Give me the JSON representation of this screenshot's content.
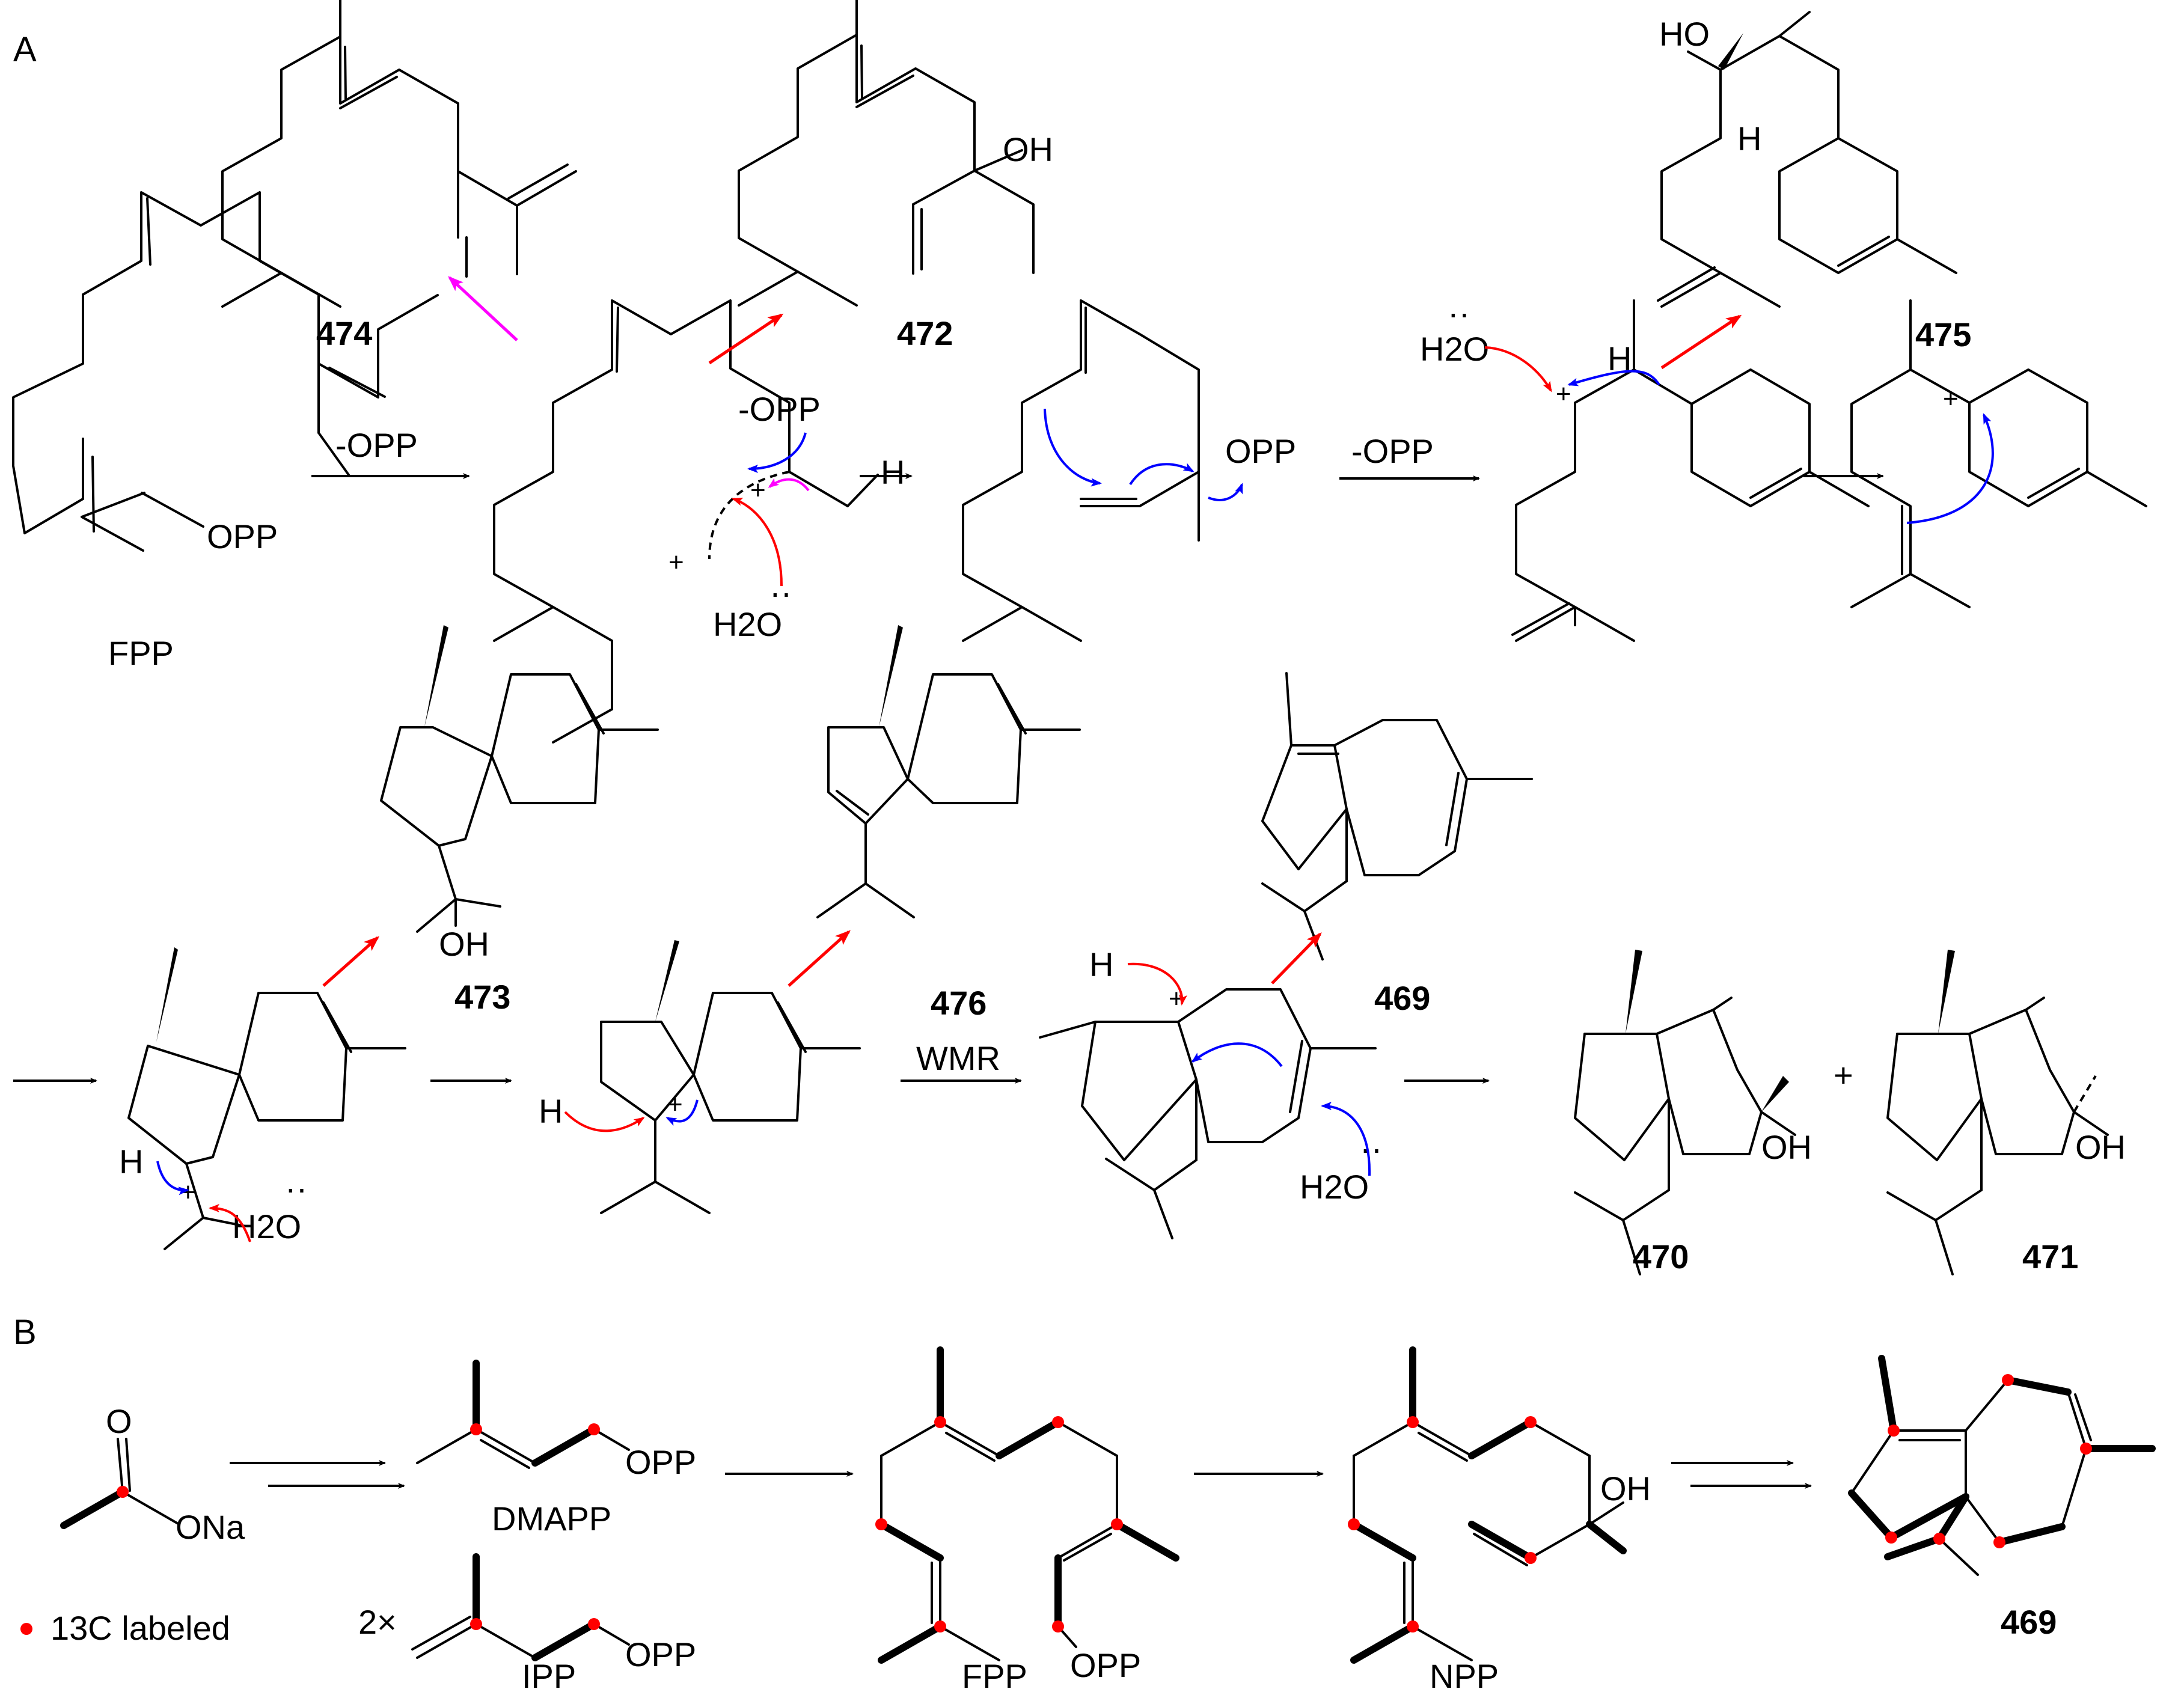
{
  "panels": {
    "a": "A",
    "b": "B"
  },
  "panel_a": {
    "fpp": {
      "label": "FPP",
      "group": "OPP"
    },
    "step1_reagent": "-OPP",
    "cation1": {
      "opp": "-OPP",
      "h": "H",
      "water": "H2O"
    },
    "product_474": "474",
    "product_472": {
      "number": "472",
      "group": "OH"
    },
    "npp_intermediate": {
      "group": "OPP"
    },
    "step2_reagent": "-OPP",
    "bisabolyl_cation": {
      "water": "H2O",
      "h": "H"
    },
    "product_475": {
      "number": "475",
      "ho": "HO",
      "h": "H"
    },
    "product_473": {
      "number": "473",
      "group": "OH"
    },
    "spiro_cation": {
      "h": "H",
      "water": "H2O"
    },
    "product_476": "476",
    "step_wmr": "WMR",
    "guaiane_cation": {
      "h": "H",
      "water": "H2O"
    },
    "product_469": "469",
    "product_470": {
      "number": "470",
      "group": "OH"
    },
    "plus": "+",
    "product_471": {
      "number": "471",
      "group": "OH"
    }
  },
  "panel_b": {
    "acetate": {
      "o": "O",
      "group": "ONa"
    },
    "legend": "13C labeled",
    "dmapp": {
      "label": "DMAPP",
      "group": "OPP"
    },
    "ipp": {
      "label": "IPP",
      "group": "OPP",
      "multiplier": "2×"
    },
    "fpp": {
      "label": "FPP",
      "group": "OPP"
    },
    "npp": {
      "label": "NPP",
      "group": "OH"
    },
    "product": "469"
  },
  "colors": {
    "red": "#ff0000",
    "blue": "#0000ff",
    "magenta": "#ff00ff",
    "black": "#000000"
  }
}
